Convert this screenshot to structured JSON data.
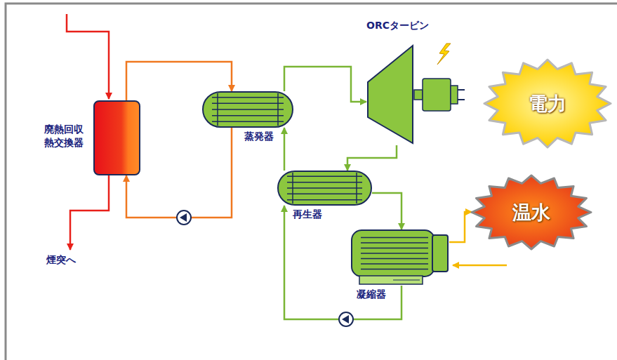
{
  "diagram": {
    "nodes": [
      {
        "text": [
          "廃熱回収熱交換器"
        ]
      },
      {
        "text": [
          "蒸発器"
        ]
      },
      {
        "text": [
          "ORCタービン"
        ]
      },
      {
        "text": [
          "電力"
        ]
      },
      {
        "text": [
          "再生器"
        ]
      },
      {
        "text": [
          "温水"
        ]
      },
      {
        "text": [
          "凝縮器"
        ]
      }
    ],
    "edges": [
      {
        "from": 0,
        "to": 1,
        "arrow": "to"
      },
      {
        "from": 1,
        "to": 0,
        "arrow": "to"
      },
      {
        "from": 1,
        "to": 2,
        "arrow": "to"
      },
      {
        "from": 2,
        "to": 4,
        "arrow": "to"
      },
      {
        "from": 4,
        "to": 6,
        "arrow": "to"
      },
      {
        "from": 6,
        "to": 4,
        "arrow": "to"
      },
      {
        "from": 4,
        "to": 1,
        "arrow": "to"
      },
      {
        "from": 6,
        "to": 5,
        "arrow": "to"
      }
    ],
    "labels": [
      "煙突へ"
    ]
  }
}
